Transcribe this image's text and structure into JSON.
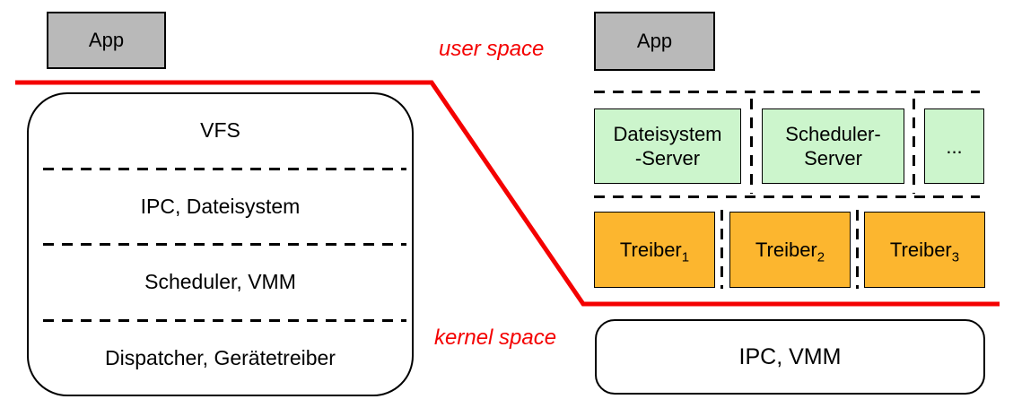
{
  "colors": {
    "app_gray": "#b9b9b9",
    "server_green": "#ccf5cc",
    "driver_orange": "#fcb62f",
    "boundary_red": "#f40000",
    "line_black": "#000000"
  },
  "boundary": {
    "user_space_label": "user space",
    "kernel_space_label": "kernel space"
  },
  "monolithic": {
    "app_label": "App",
    "layers": [
      "VFS",
      "IPC, Dateisystem",
      "Scheduler, VMM",
      "Dispatcher, Gerätetreiber"
    ]
  },
  "microkernel": {
    "app_label": "App",
    "servers": [
      {
        "line1": "Dateisystem",
        "line2": "-Server"
      },
      {
        "line1": "Scheduler-",
        "line2": "Server"
      },
      {
        "line1": "...",
        "line2": ""
      }
    ],
    "drivers": [
      {
        "name": "Treiber",
        "sub": "1"
      },
      {
        "name": "Treiber",
        "sub": "2"
      },
      {
        "name": "Treiber",
        "sub": "3"
      }
    ],
    "kernel_label": "IPC, VMM"
  }
}
